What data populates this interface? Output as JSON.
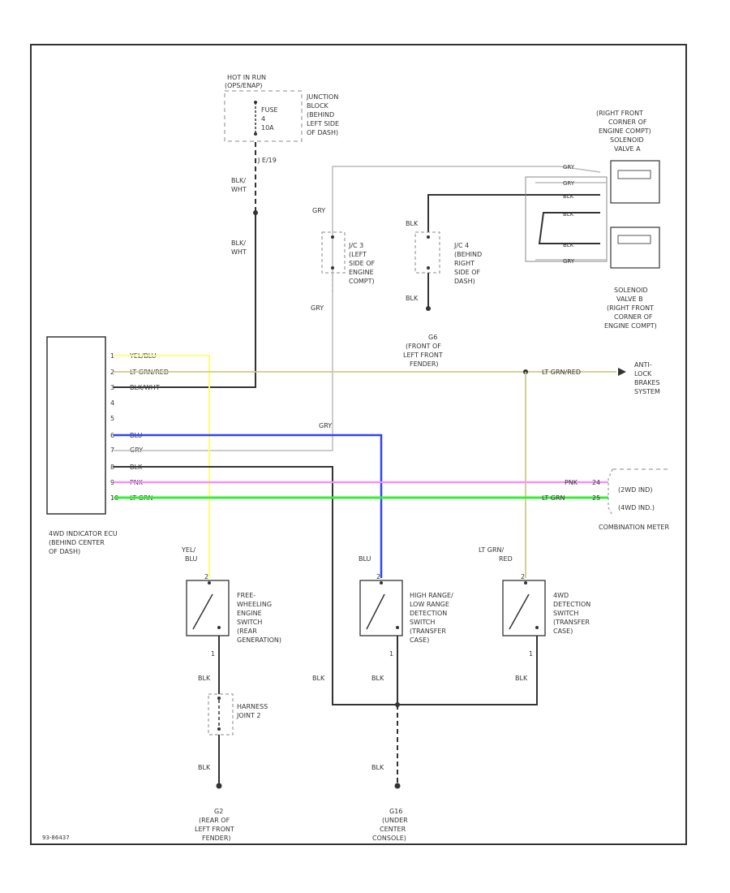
{
  "colors": {
    "frame": "#333333",
    "wire_black": "#333333",
    "wire_gray": "#bbbbbb",
    "wire_yellow": "#ffff66",
    "wire_ltgrn_red": "#cccc88",
    "wire_blue": "#3344ee",
    "wire_pink": "#ff88ff",
    "wire_ltgrn": "#33ee33"
  },
  "fuse": {
    "label": [
      "HOT IN RUN",
      "(OPS/ENAP)"
    ],
    "element": [
      "FUSE",
      "4",
      "10A"
    ],
    "junction_block": [
      "JUNCTION",
      "BLOCK",
      "(BEHIND",
      "LEFT SIDE",
      "OF DASH)"
    ],
    "connector": "J  E/19"
  },
  "ecu": {
    "pins": [
      "1",
      "2",
      "3",
      "4",
      "5",
      "6",
      "7",
      "8",
      "9",
      "10"
    ],
    "pin_wires": [
      "YEL/BLU",
      "LT GRN/RED",
      "BLK/WHT",
      "",
      "",
      "BLU",
      "GRY",
      "BLK",
      "PNK",
      "LT GRN"
    ],
    "label": [
      "4WD INDICATOR ECU",
      "(BEHIND CENTER",
      "OF DASH)"
    ]
  },
  "wires": {
    "blk_wht_1": [
      "BLK/",
      "WHT"
    ],
    "blk_wht_2": [
      "BLK/",
      "WHT"
    ],
    "gry": "GRY",
    "gry2": "GRY",
    "blk": "BLK",
    "blk2": "BLK",
    "yel_blu": [
      "YEL/",
      "BLU"
    ],
    "blu": "BLU",
    "ltgrn_red_label": [
      "LT GRN/",
      "RED"
    ],
    "ltgrn_red_right": "LT GRN/RED"
  },
  "joints": {
    "jc3": [
      "J/C 3",
      "(LEFT",
      "SIDE OF",
      "ENGINE",
      "COMPT)"
    ],
    "jc4": [
      "J/C 4",
      "(BEHIND",
      "RIGHT",
      "SIDE OF",
      "DASH)"
    ],
    "harness_joint": [
      "HARNESS",
      "JOINT 2"
    ]
  },
  "grounds": {
    "g6": [
      "G6",
      "(FRONT OF",
      "LEFT FRONT",
      "FENDER)"
    ],
    "g2": [
      "G2",
      "(REAR OF",
      "LEFT FRONT",
      "FENDER)"
    ],
    "g16": [
      "G16",
      "(UNDER",
      "CENTER",
      "CONSOLE)"
    ]
  },
  "solenoids": {
    "valve_a_label": [
      "(RIGHT FRONT",
      "CORNER OF",
      "ENGINE COMPT)",
      "SOLENOID",
      "VALVE A"
    ],
    "valve_b_label": [
      "SOLENOID",
      "VALVE B",
      "(RIGHT FRONT",
      "CORNER OF",
      "ENGINE COMPT)"
    ],
    "a_wires": [
      "GRY",
      "GRY",
      "BLK",
      "BLK"
    ],
    "b_wires": [
      "BLK",
      "GRY"
    ]
  },
  "abs": [
    "ANTI-",
    "LOCK",
    "BRAKES",
    "SYSTEM"
  ],
  "combination_meter": {
    "pnk": "PNK",
    "ltgrn": "LT GRN",
    "pins": [
      "24",
      "25"
    ],
    "ind1": "(2WD IND)",
    "ind2": "(4WD IND.)",
    "label": "COMBINATION METER"
  },
  "switches": {
    "free_wheeling": [
      "FREE-",
      "WHEELING",
      "ENGINE",
      "SWITCH",
      "(REAR",
      "GENERATION)"
    ],
    "high_low": [
      "HIGH RANGE/",
      "LOW RANGE",
      "DETECTION",
      "SWITCH",
      "(TRANSFER",
      "CASE)"
    ],
    "four_wd_detect": [
      "4WD",
      "DETECTION",
      "SWITCH",
      "(TRANSFER",
      "CASE)"
    ],
    "pin_top": "2",
    "pin_bottom": "1"
  },
  "footer": "93-86437"
}
